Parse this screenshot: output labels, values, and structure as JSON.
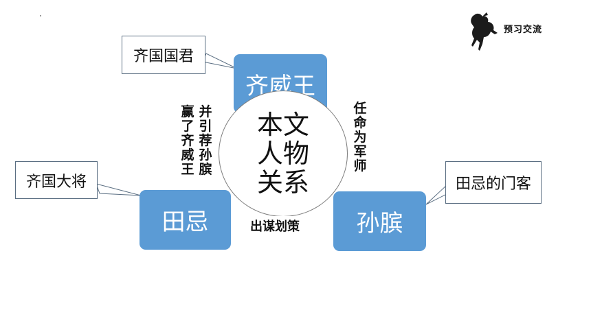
{
  "diagram": {
    "center": {
      "lines": [
        "本文",
        "人物",
        "关系"
      ]
    },
    "nodes": {
      "qiweiwang": "齐威王",
      "tianji": "田忌",
      "sunbin": "孙膑"
    },
    "callouts": {
      "qiweiwang": "齐国国君",
      "tianji": "齐国大将",
      "sunbin": "田忌的门客"
    },
    "relations": {
      "tianji_to_qiweiwang_col1": "并引荐孙膑",
      "tianji_to_qiweiwang_col2": "赢了齐威王",
      "qiweiwang_to_sunbin": "任命为军师",
      "sunbin_to_tianji": "出谋划策"
    }
  },
  "header": {
    "section_title": "预习交流",
    "logo_icon": "galloping-horse-icon"
  },
  "colors": {
    "node_fill": "#5b9bd5",
    "callout_border": "#5a6e82"
  }
}
